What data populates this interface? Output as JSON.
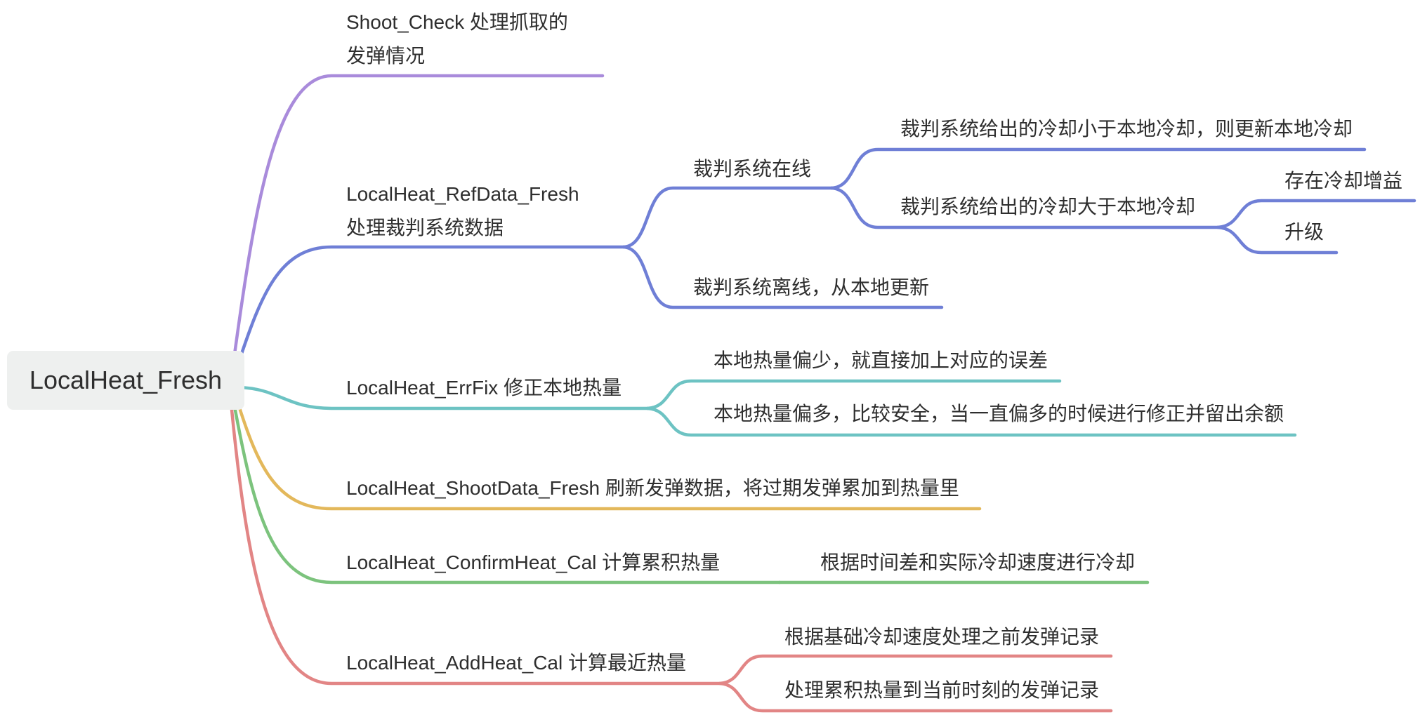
{
  "style": {
    "root_bg": "#EEF0EF",
    "text": "#2E2E2E"
  },
  "root": {
    "label": "LocalHeat_Fresh"
  },
  "branches": [
    {
      "lines": [
        "Shoot_Check 处理抓取的",
        "发弹情况"
      ],
      "color": "#A98BDB"
    },
    {
      "lines": [
        "LocalHeat_RefData_Fresh",
        "处理裁判系统数据"
      ],
      "color": "#6F7FD6",
      "children": [
        {
          "label": "裁判系统在线",
          "children": [
            {
              "label": "裁判系统给出的冷却小于本地冷却，则更新本地冷却"
            },
            {
              "label": "裁判系统给出的冷却大于本地冷却",
              "children": [
                {
                  "label": "存在冷却增益"
                },
                {
                  "label": "升级"
                }
              ]
            }
          ]
        },
        {
          "label": "裁判系统离线，从本地更新"
        }
      ]
    },
    {
      "label": "LocalHeat_ErrFix 修正本地热量",
      "color": "#6DC3C3",
      "children": [
        {
          "label": "本地热量偏少，就直接加上对应的误差"
        },
        {
          "label": "本地热量偏多，比较安全，当一直偏多的时候进行修正并留出余额"
        }
      ]
    },
    {
      "label": "LocalHeat_ShootData_Fresh 刷新发弹数据，将过期发弹累加到热量里",
      "color": "#E3B85B"
    },
    {
      "label": "LocalHeat_ConfirmHeat_Cal 计算累积热量",
      "color": "#7CC37D",
      "children": [
        {
          "label": "根据时间差和实际冷却速度进行冷却"
        }
      ]
    },
    {
      "label": "LocalHeat_AddHeat_Cal 计算最近热量",
      "color": "#E28585",
      "children": [
        {
          "label": "根据基础冷却速度处理之前发弹记录"
        },
        {
          "label": "处理累积热量到当前时刻的发弹记录"
        }
      ]
    }
  ]
}
